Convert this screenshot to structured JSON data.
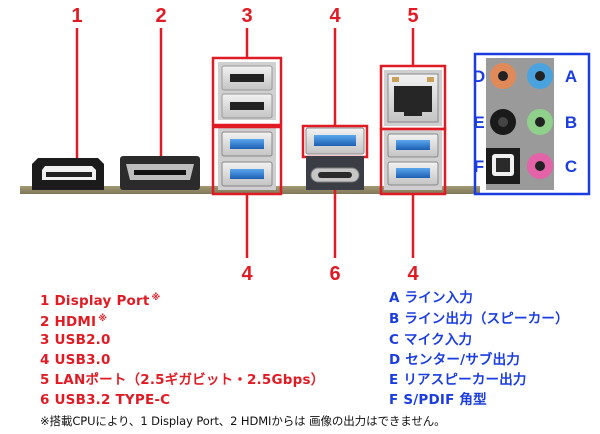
{
  "numbers": {
    "n1": "1",
    "n2": "2",
    "n3": "3",
    "n4_top": "4",
    "n5": "5",
    "n4_bl": "4",
    "n6": "6",
    "n4_br": "4"
  },
  "audio_letters": {
    "D": "D",
    "A": "A",
    "E": "E",
    "B": "B",
    "F": "F",
    "C": "C"
  },
  "legend_left": [
    {
      "text": "1 Display Port",
      "mark": "※"
    },
    {
      "text": "2 HDMI",
      "mark": "※"
    },
    {
      "text": "3 USB2.0",
      "mark": ""
    },
    {
      "text": "4 USB3.0",
      "mark": ""
    },
    {
      "text": "5 LANポート（2.5ギガビット・2.5Gbps）",
      "mark": ""
    },
    {
      "text": "6 USB3.2 TYPE-C",
      "mark": ""
    }
  ],
  "legend_right": [
    {
      "text": "A ライン入力"
    },
    {
      "text": "B ライン出力（スピーカー）"
    },
    {
      "text": "C マイク入力"
    },
    {
      "text": "D センター/サブ出力"
    },
    {
      "text": "E リアスピーカー出力"
    },
    {
      "text": "F S/PDIF 角型"
    }
  ],
  "footnote": "※搭載CPUにより、1 Display Port、2 HDMIからは 画像の出力はできません。",
  "colors": {
    "red": "#e01b24",
    "blue": "#1a3ce0",
    "usb3": "#2f7fd6",
    "jack_orange": "#e08a5a",
    "jack_blue": "#4aa3df",
    "jack_green": "#8fd18a",
    "jack_pink": "#e462a8"
  }
}
